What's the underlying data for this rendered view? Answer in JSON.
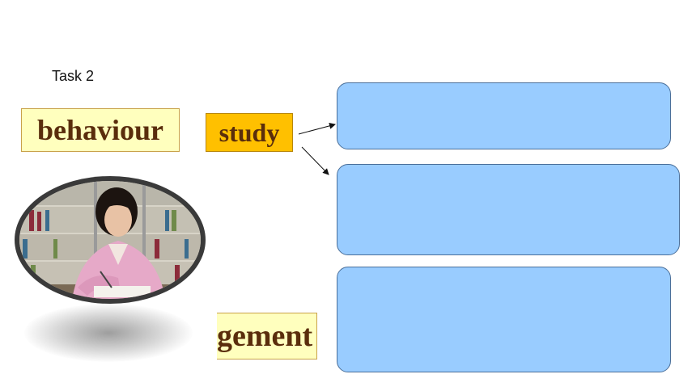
{
  "task_label": "Task 2",
  "words": {
    "behaviour": "behaviour",
    "study": "study",
    "gement": "gement"
  },
  "colors": {
    "yellow_box": "#ffffbe",
    "orange_box": "#ffc000",
    "blue_box": "#99ccff",
    "word_text": "#5a2d0c"
  }
}
